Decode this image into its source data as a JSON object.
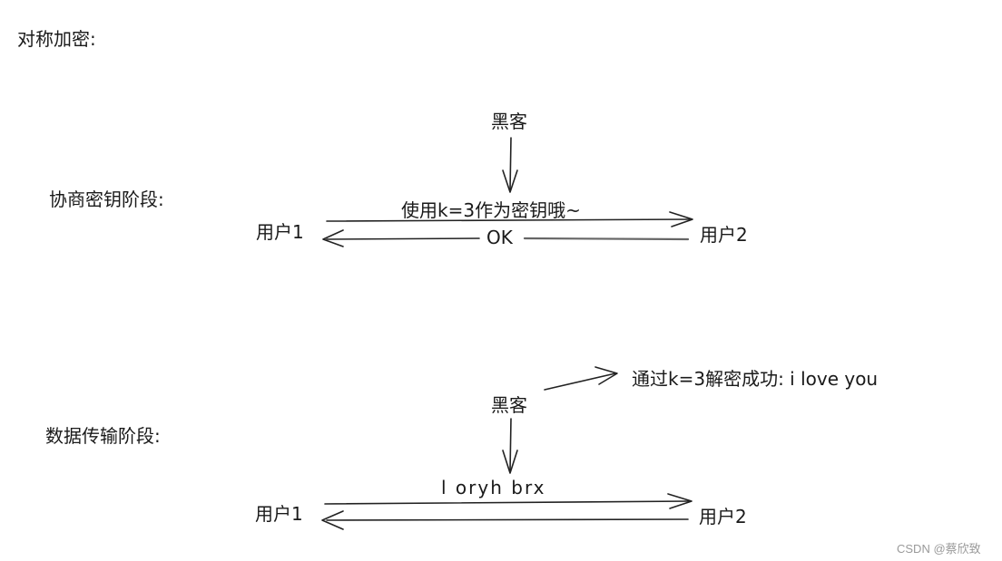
{
  "title": "对称加密:",
  "phase1": {
    "label": "协商密钥阶段:",
    "hacker": "黑客",
    "user1": "用户1",
    "user2": "用户2",
    "message": "使用k=3作为密钥哦~",
    "reply": "OK"
  },
  "phase2": {
    "label": "数据传输阶段:",
    "hacker": "黑客",
    "user1": "用户1",
    "user2": "用户2",
    "ciphertext": "l oryh brx",
    "hacker_result": "通过k=3解密成功: i love you"
  },
  "watermark": "CSDN @蔡欣致"
}
